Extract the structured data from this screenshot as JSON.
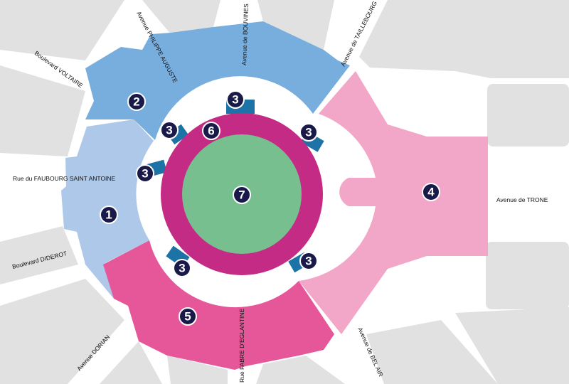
{
  "streets": {
    "philippe_auguste": "Avenue PHILIPPE AUGUSTE",
    "bouvines": "Avenue de BOUVINES",
    "taillebourg": "Avenue de TAILLEBOURG",
    "voltaire": "Boulevard VOLTAIRE",
    "faubourg": "Rue du FAUBOURG SAINT ANTOINE",
    "diderot": "Boulevard DIDEROT",
    "trone": "Avenue de TRONE",
    "dorian": "Avenue DORIAN",
    "fabre": "Rue FABRE D'EGLANTINE",
    "bel_air": "Avenue de BEL AIR"
  },
  "zones": [
    {
      "id": "1",
      "color": "#aec8ea"
    },
    {
      "id": "2",
      "color": "#78aede"
    },
    {
      "id": "3",
      "color": "#1d73a6"
    },
    {
      "id": "4",
      "color": "#f2a6c8"
    },
    {
      "id": "5",
      "color": "#e6579a"
    },
    {
      "id": "6",
      "color": "#c42b84"
    },
    {
      "id": "7",
      "color": "#78bf8f"
    }
  ],
  "markers": {
    "z1": "1",
    "z2": "2",
    "z3a": "3",
    "z3b": "3",
    "z3c": "3",
    "z3d": "3",
    "z3e": "3",
    "z3f": "3",
    "z4": "4",
    "z5": "5",
    "z6": "6",
    "z7": "7"
  },
  "colors": {
    "background": "#e1e1e1",
    "road": "#ffffff",
    "marker_fill": "#1a1a4a",
    "marker_text": "#ffffff"
  }
}
